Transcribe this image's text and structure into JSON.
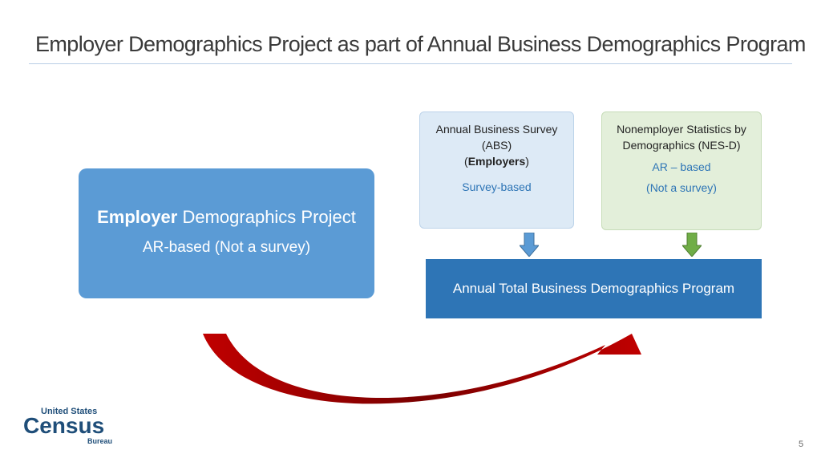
{
  "slide": {
    "title": "Employer Demographics Project as part of Annual Business Demographics Program",
    "page_number": "5"
  },
  "abs": {
    "line1": "Annual Business Survey",
    "line2": "(ABS)",
    "line3_open": "(",
    "line3_bold": "Employers",
    "line3_close": ")",
    "basis": "Survey-based"
  },
  "nes": {
    "line1": "Nonemployer Statistics by",
    "line2": "Demographics (NES-D)",
    "basis_line1": "AR – based",
    "basis_line2": "(Not a survey)"
  },
  "employer_project": {
    "title_bold": "Employer",
    "title_rest": " Demographics Project",
    "subtitle": "AR-based (Not a survey)"
  },
  "program": {
    "label": "Annual Total Business Demographics Program"
  },
  "logo": {
    "line1": "United States",
    "line2": "Census",
    "line3": "Bureau"
  },
  "colors": {
    "abs_fill": "#ddeaf6",
    "nes_fill": "#e3efda",
    "employer_fill": "#5b9bd5",
    "program_fill": "#2e75b6",
    "abs_arrow": "#5b9bd5",
    "nes_arrow": "#70ad47",
    "curved_arrow": "#c00000",
    "logo": "#1f4e79"
  }
}
